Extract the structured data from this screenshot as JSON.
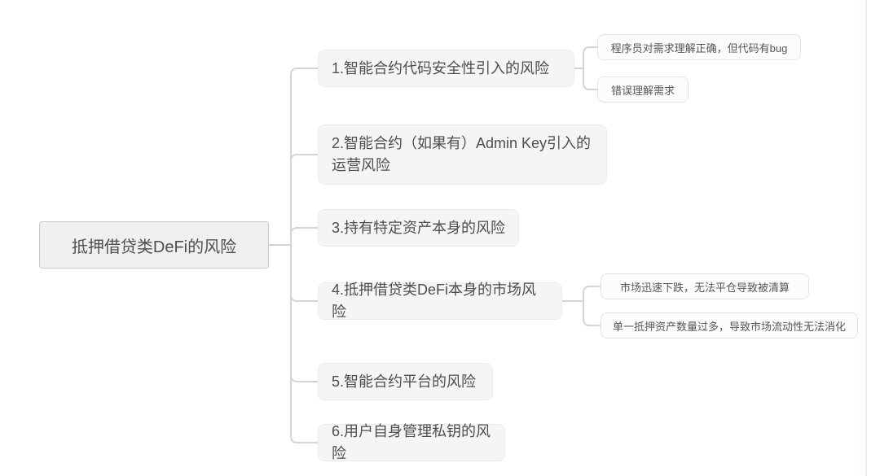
{
  "mindmap": {
    "root": {
      "label": "抵押借贷类DeFi的风险"
    },
    "branches": [
      {
        "label": "1.智能合约代码安全性引入的风险",
        "children": [
          {
            "label": "程序员对需求理解正确，但代码有bug"
          },
          {
            "label": "错误理解需求"
          }
        ]
      },
      {
        "label": "2.智能合约（如果有）Admin Key引入的运营风险",
        "children": []
      },
      {
        "label": "3.持有特定资产本身的风险",
        "children": []
      },
      {
        "label": "4.抵押借贷类DeFi本身的市场风险",
        "children": [
          {
            "label": "市场迅速下跌，无法平仓导致被清算"
          },
          {
            "label": "单一抵押资产数量过多，导致市场流动性无法消化"
          }
        ]
      },
      {
        "label": "5.智能合约平台的风险",
        "children": []
      },
      {
        "label": "6.用户自身管理私钥的风险",
        "children": []
      }
    ]
  },
  "colors": {
    "root_fill": "#f0f0f0",
    "root_border": "#c6c6c6",
    "branch_fill": "#f5f5f5",
    "branch_border": "#ececec",
    "leaf_fill": "#fcfcfc",
    "leaf_border": "#e3e3e3",
    "connector": "#d4d4d4",
    "text": "#4e4e4e",
    "background": "#ffffff"
  }
}
